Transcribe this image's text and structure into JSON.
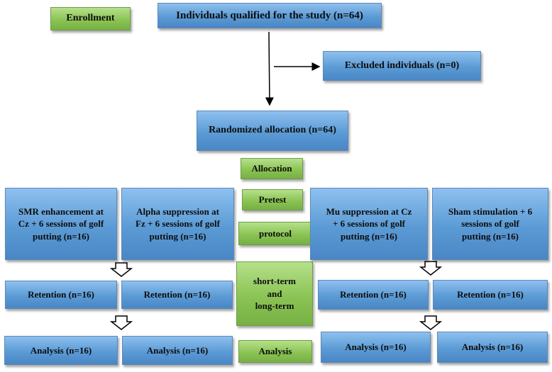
{
  "enrollment": "Enrollment",
  "qualified": "Individuals qualified for the study (n=64)",
  "excluded": "Excluded individuals (n=0)",
  "randomized": "Randomized allocation (n=64)",
  "phases": {
    "allocation": "Allocation",
    "pretest": "Pretest",
    "protocol": "protocol",
    "followup_line1": "short-term",
    "followup_line2": "and",
    "followup_line3": "long-term",
    "analysis": "Analysis"
  },
  "groups": [
    {
      "line1": "SMR enhancement at",
      "line2": "Cz + 6 sessions of golf",
      "line3": "putting (n=16)",
      "retention": "Retention (n=16)",
      "analysis": "Analysis (n=16)"
    },
    {
      "line1": "Alpha suppression at",
      "line2": "Fz + 6 sessions of golf",
      "line3": "putting (n=16)",
      "retention": "Retention (n=16)",
      "analysis": "Analysis (n=16)"
    },
    {
      "line1": "Mu suppression at Cz",
      "line2": "+ 6 sessions of golf",
      "line3": "putting (n=16)",
      "retention": "Retention (n=16)",
      "analysis": "Analysis (n=16)"
    },
    {
      "line1": "Sham stimulation + 6",
      "line2": "sessions of golf",
      "line3": "putting (n=16)",
      "retention": "Retention (n=16)",
      "analysis": "Analysis (n=16)"
    }
  ]
}
